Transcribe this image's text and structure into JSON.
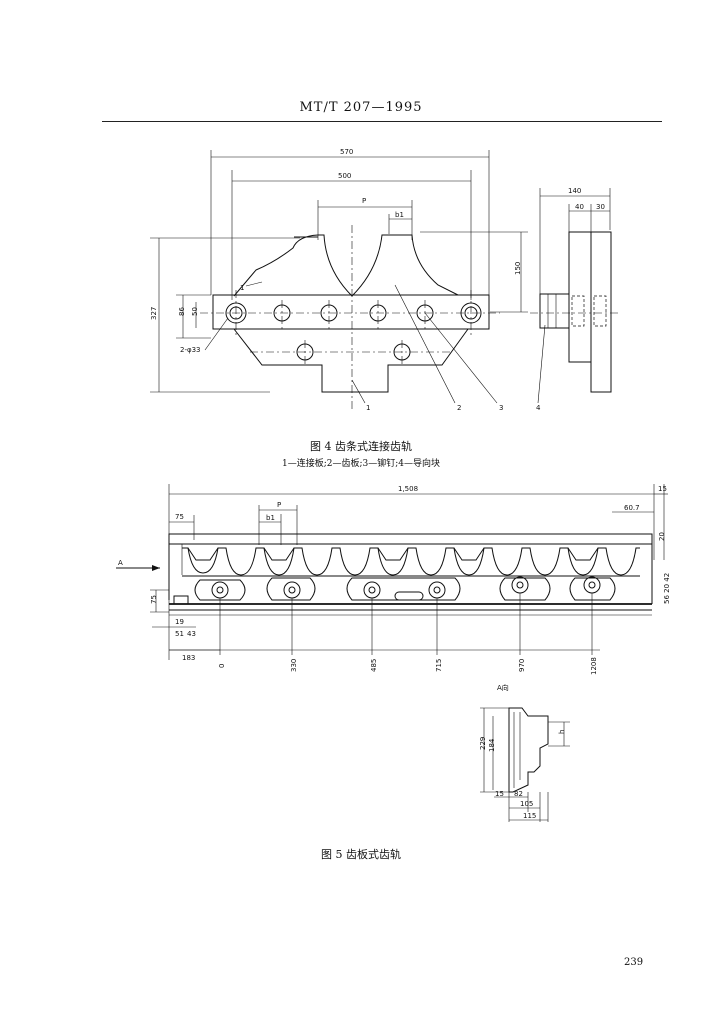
{
  "header": {
    "standard": "MT/T 207—1995"
  },
  "figure4": {
    "caption": "图 4   齿条式连接齿轨",
    "legend": "1—连接板;2—齿板;3—铆钉;4—导向块",
    "dims": {
      "d570": "570",
      "d500": "500",
      "pitch": "P",
      "b1": "b1",
      "d327": "327",
      "d86": "86",
      "d50": "50",
      "d150": "150",
      "holes": "2-φ33",
      "d140": "140",
      "d40": "40",
      "d30": "30"
    },
    "callouts": [
      "1",
      "2",
      "3",
      "4"
    ]
  },
  "figure5": {
    "caption": "图 5   齿板式齿轨",
    "view_label": "A向",
    "arrow_label": "A",
    "dims": {
      "d1508": "1,508",
      "d15": "15",
      "d75a": "75",
      "pitch": "P",
      "b1": "b1",
      "d60_7": "60.7",
      "d20": "20",
      "d75b": "75",
      "d19": "19",
      "d51": "51",
      "d43": "43",
      "d183": "183",
      "right_stack": "56 20 42",
      "positions": [
        "0",
        "330",
        "485",
        "715",
        "970",
        "1208"
      ]
    },
    "aview": {
      "d229": "229",
      "d184": "184",
      "h": "h",
      "d15": "15",
      "d82": "82",
      "d105": "105",
      "d115": "115"
    }
  },
  "page_number": "239"
}
